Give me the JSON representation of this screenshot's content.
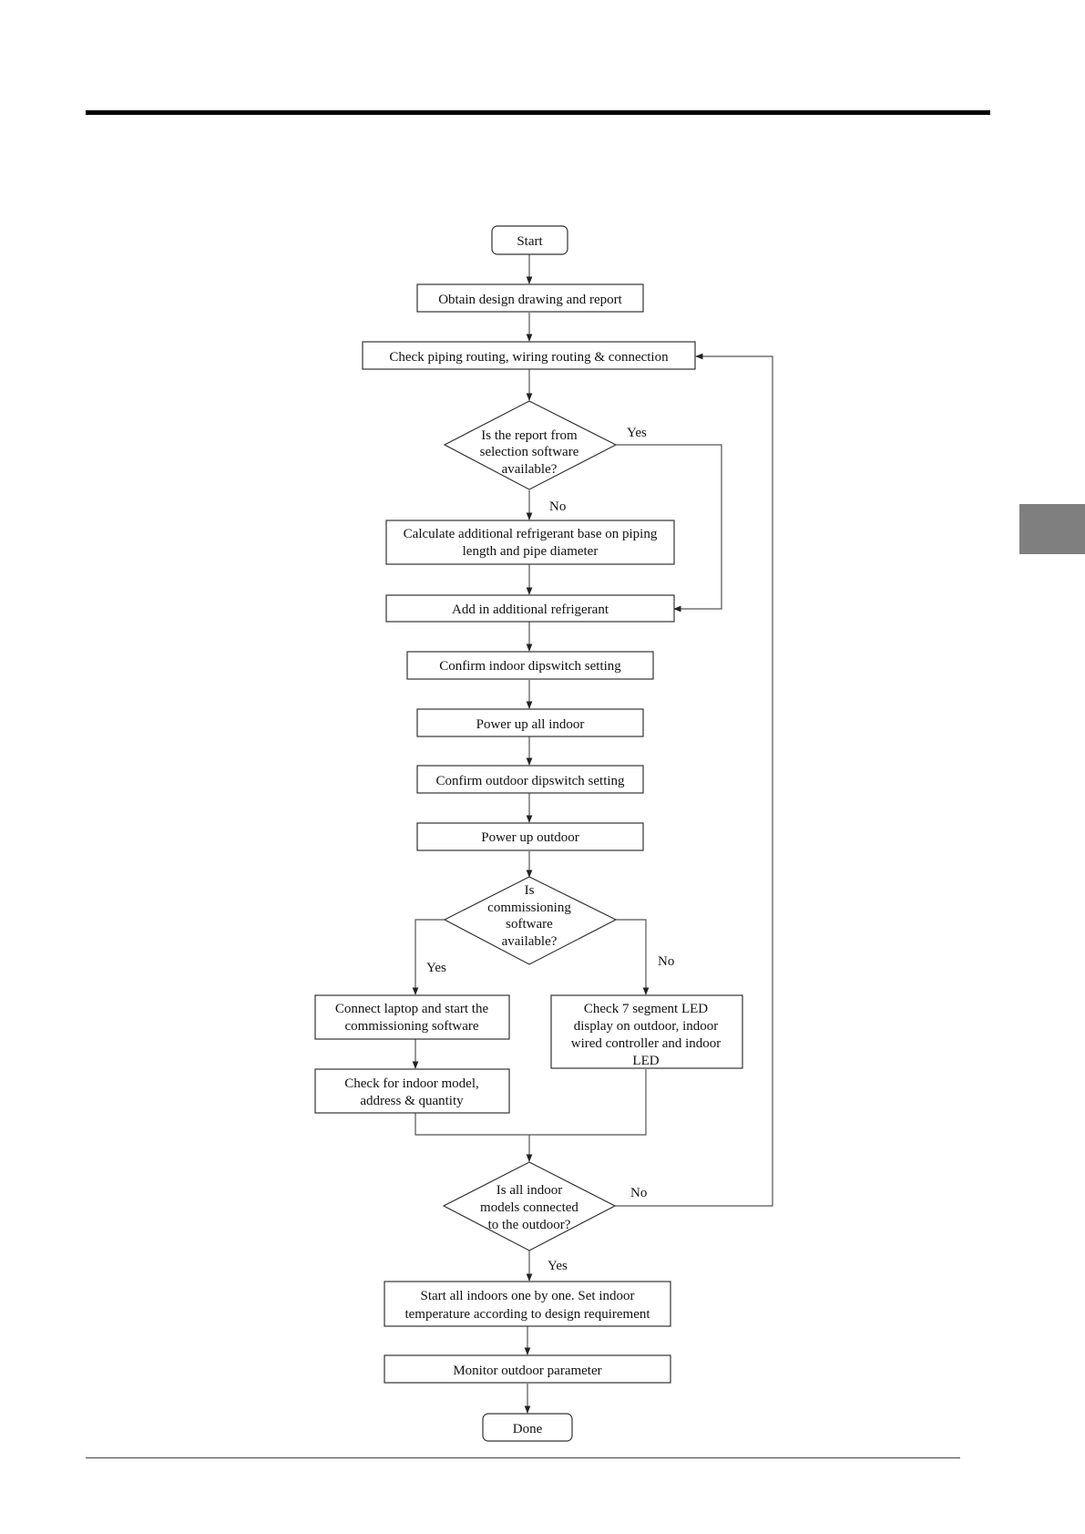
{
  "flowchart": {
    "start": "Start",
    "obtain_design": "Obtain  design  drawing  and report",
    "check_piping": "Check piping  routing,  wiring  routing  &  connection",
    "q_report": [
      "Is the report from",
      "selection  software",
      "available?"
    ],
    "q_report_yes": "Yes",
    "q_report_no": "No",
    "calculate": [
      "Calculate  additional  refrigerant  base on piping",
      "length  and pipe diameter"
    ],
    "add_refrigerant": "Add in additional  refrigerant",
    "confirm_indoor": "Confirm  indoor dipswitch  setting",
    "power_indoor": "Power up all  indoor",
    "confirm_outdoor": "Confirm  outdoor dipswitch  setting",
    "power_outdoor": "Power up outdoor",
    "q_commissioning": [
      "Is",
      "commissioning",
      "software",
      "available?"
    ],
    "q_commissioning_yes": "Yes",
    "q_commissioning_no": "No",
    "connect_laptop": [
      "Connect laptop and start the",
      "commissioning  software"
    ],
    "check_led": [
      "Check  7 segment LED",
      "display  on outdoor, indoor",
      "wired  controller  and indoor",
      "LED"
    ],
    "check_indoor_model": [
      "Check for indoor model,",
      "address & quantity"
    ],
    "q_all_indoor": [
      "Is all  indoor",
      "models connected",
      "to the outdoor?"
    ],
    "q_all_indoor_no": "No",
    "q_all_indoor_yes": "Yes",
    "start_indoors": [
      "Start all  indoors  one by one. Set indoor",
      "temperature  according to design requirement"
    ],
    "monitor": "Monitor  outdoor parameter",
    "done": "Done"
  }
}
